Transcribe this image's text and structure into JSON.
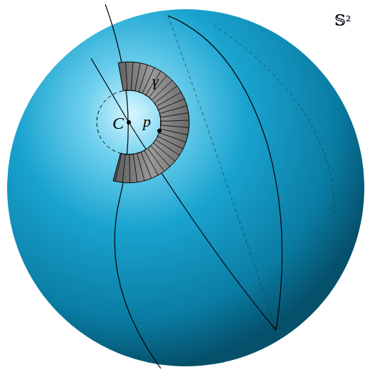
{
  "diagram": {
    "labels": [
      "𝕊²",
      "C",
      "p",
      "γ"
    ]
  }
}
